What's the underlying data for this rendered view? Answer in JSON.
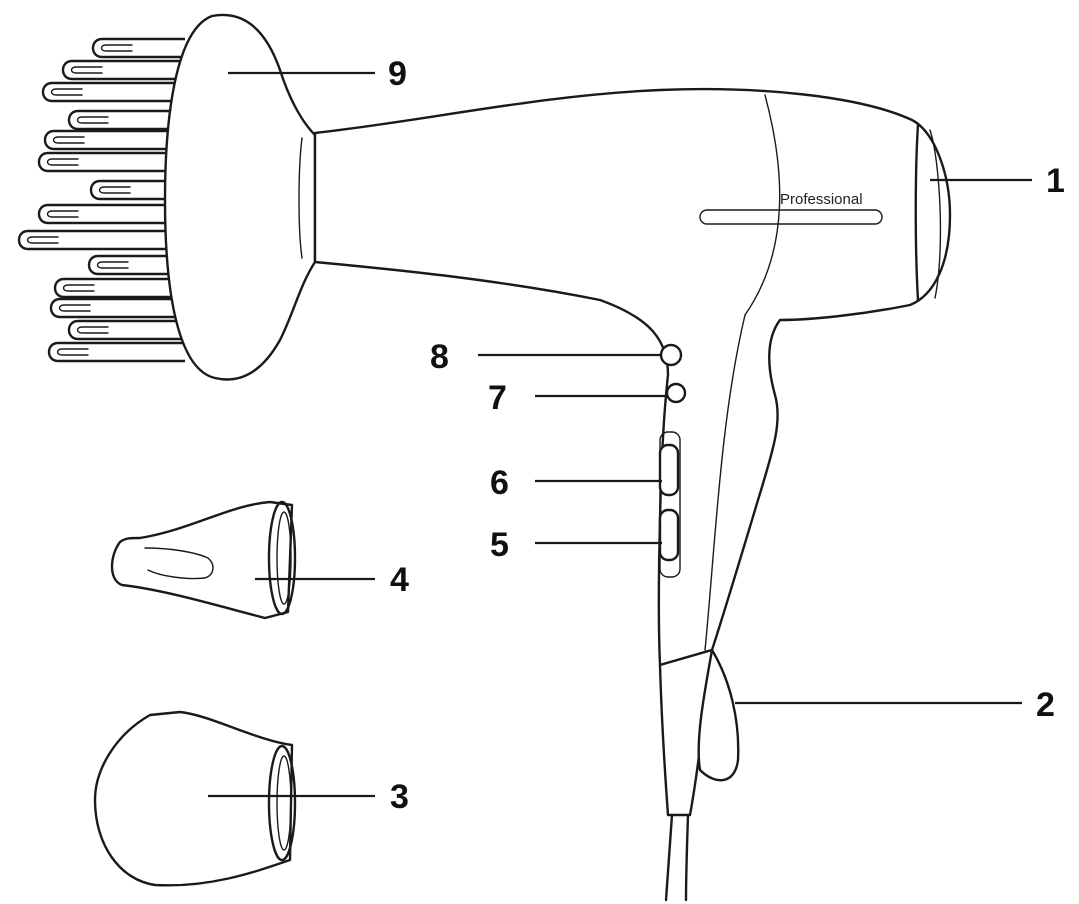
{
  "brand_text": "Professional",
  "callouts": {
    "c1": "1",
    "c2": "2",
    "c3": "3",
    "c4": "4",
    "c5": "5",
    "c6": "6",
    "c7": "7",
    "c8": "8",
    "c9": "9"
  }
}
